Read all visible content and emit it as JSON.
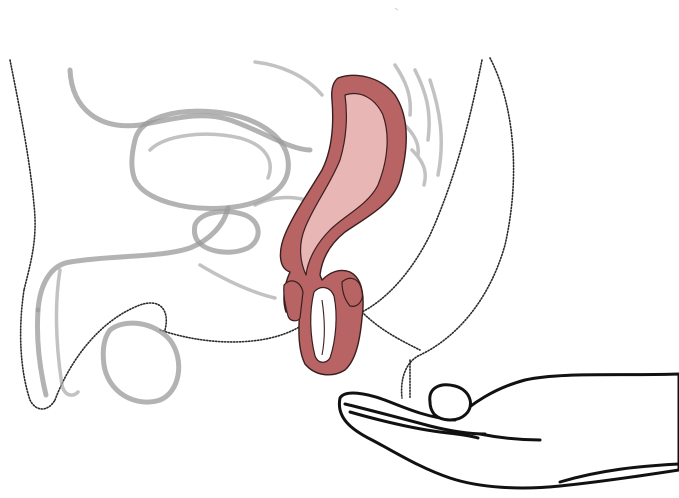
{
  "figure": {
    "structures": [
      {
        "name": "body-outline",
        "kind": "line-art"
      },
      {
        "name": "pelvic-organs",
        "kind": "faded-line-art"
      },
      {
        "name": "prolapsed-rectum",
        "kind": "highlighted-organ"
      },
      {
        "name": "supporting-hand",
        "kind": "line-art"
      }
    ],
    "colors": {
      "organ_outer": "#b86464",
      "organ_inner": "#e9b6b6",
      "organ_stroke": "#3a1f1f",
      "faded_organs": "#9a9a9a",
      "outline": "#2a2a2a",
      "background": "#ffffff"
    }
  }
}
